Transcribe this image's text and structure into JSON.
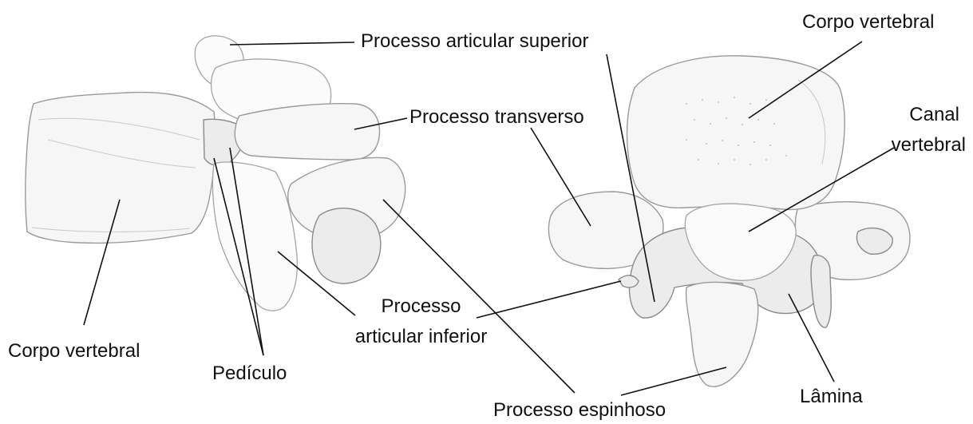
{
  "labels": {
    "processo_articular_superior": "Processo articular superior",
    "corpo_vertebral_right": "Corpo vertebral",
    "processo_transverso": "Processo transverso",
    "canal_line1": "Canal",
    "canal_line2": "vertebral",
    "processo_articular_inferior_line1": "Processo",
    "processo_articular_inferior_line2": "articular inferior",
    "corpo_vertebral_left": "Corpo vertebral",
    "pediculo": "Pedículo",
    "processo_espinhoso": "Processo espinhoso",
    "lamina": "Lâmina"
  }
}
